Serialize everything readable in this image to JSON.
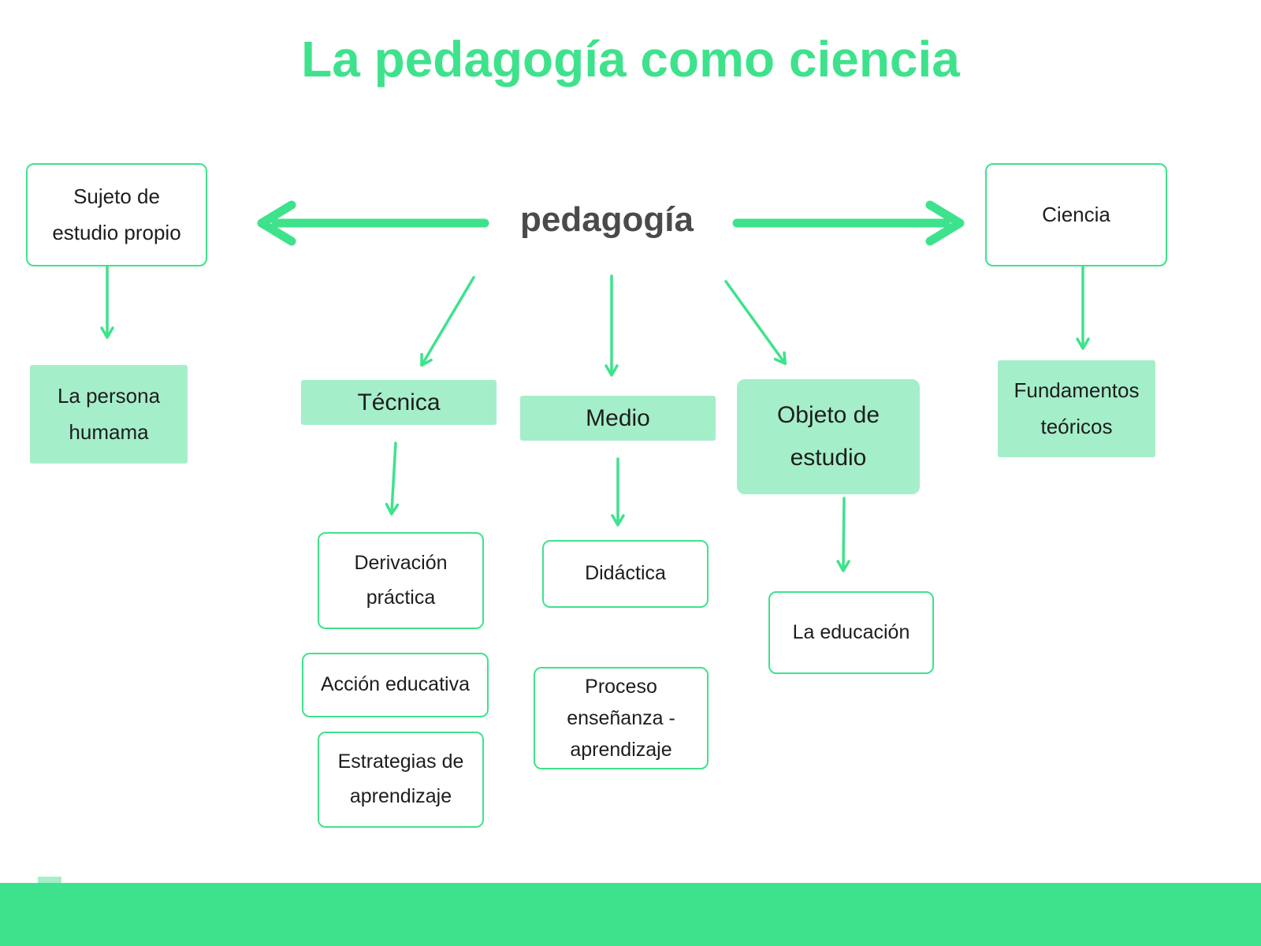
{
  "title": "La pedagogía como ciencia",
  "colors": {
    "accent_green": "#3fe28c",
    "light_green_fill": "#a5eeca",
    "center_text": "#4a4a4a",
    "node_text": "#1d1d1d",
    "background": "#ffffff"
  },
  "center": {
    "label": "pedagogía"
  },
  "nodes": {
    "sujeto": {
      "label": "Sujeto de estudio propio"
    },
    "ciencia": {
      "label": "Ciencia"
    },
    "persona": {
      "label": "La persona humama"
    },
    "fundamentos": {
      "label": "Fundamentos teóricos"
    },
    "tecnica": {
      "label": "Técnica"
    },
    "medio": {
      "label": "Medio"
    },
    "objeto": {
      "label": "Objeto de estudio"
    },
    "derivacion": {
      "label": "Derivación práctica"
    },
    "accion": {
      "label": "Acción educativa"
    },
    "estrategias": {
      "label": "Estrategias de aprendizaje"
    },
    "didactica": {
      "label": "Didáctica"
    },
    "proceso": {
      "label": "Proceso enseñanza - aprendizaje"
    },
    "educacion": {
      "label": "La educación"
    }
  },
  "edges": [
    {
      "from": "pedagogía",
      "to": "Sujeto de estudio propio"
    },
    {
      "from": "pedagogía",
      "to": "Ciencia"
    },
    {
      "from": "pedagogía",
      "to": "Técnica"
    },
    {
      "from": "pedagogía",
      "to": "Medio"
    },
    {
      "from": "pedagogía",
      "to": "Objeto de estudio"
    },
    {
      "from": "Sujeto de estudio propio",
      "to": "La persona humama"
    },
    {
      "from": "Ciencia",
      "to": "Fundamentos teóricos"
    },
    {
      "from": "Técnica",
      "to": "Derivación práctica"
    },
    {
      "from": "Medio",
      "to": "Didáctica"
    },
    {
      "from": "Objeto de estudio",
      "to": "La educación"
    }
  ]
}
